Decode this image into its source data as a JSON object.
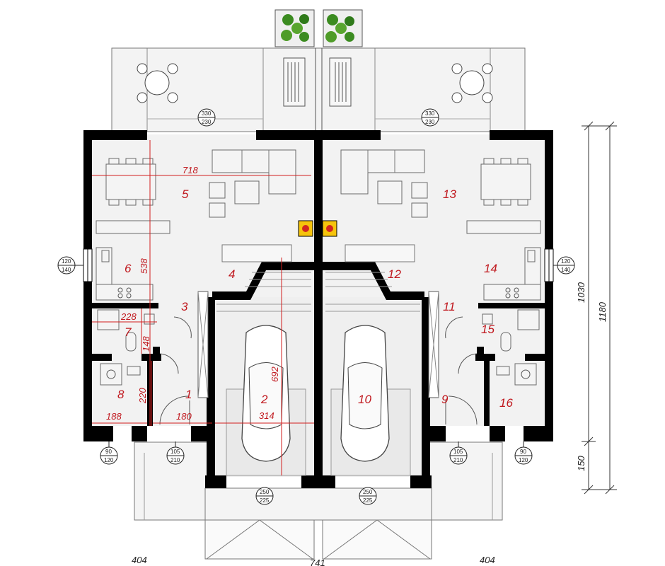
{
  "rooms": {
    "r1": "1",
    "r2": "2",
    "r3": "3",
    "r4": "4",
    "r5": "5",
    "r6": "6",
    "r7": "7",
    "r8": "8",
    "r9": "9",
    "r10": "10",
    "r11": "11",
    "r12": "12",
    "r13": "13",
    "r14": "14",
    "r15": "15",
    "r16": "16"
  },
  "dims": {
    "living_width": "718",
    "kitchen_depth": "538",
    "bath_width": "228",
    "bath_depth": "148",
    "garage_depth": "692",
    "garage_width": "314",
    "wc_depth": "220",
    "wc_width": "188",
    "hall_width": "180"
  },
  "tags": {
    "terrace_door_top": "330",
    "terrace_door_bottom": "230",
    "window_side_top": "120",
    "window_side_bottom": "140",
    "small_window_top": "90",
    "small_window_bottom": "120",
    "entry_door_top": "105",
    "entry_door_bottom": "210",
    "garage_door_top": "250",
    "garage_door_bottom": "225"
  },
  "external_dims": {
    "left_wing": "404",
    "center": "741",
    "right_wing": "404",
    "height_main": "1030",
    "height_total": "1180",
    "height_porch": "150"
  }
}
